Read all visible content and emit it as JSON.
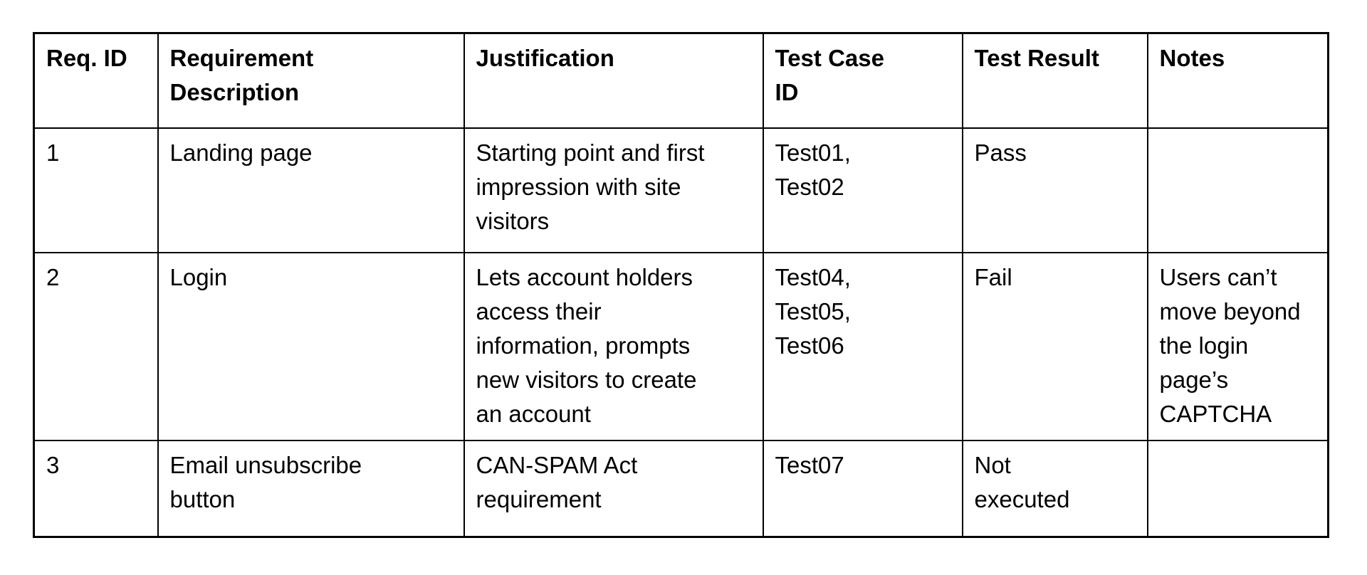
{
  "table": {
    "headers": [
      "Req. ID",
      "Requirement\nDescription",
      "Justification",
      "Test Case\nID",
      "Test Result",
      "Notes"
    ],
    "rows": [
      {
        "req_id": "1",
        "description": "Landing page",
        "justification": "Starting point and first\nimpression with site\nvisitors",
        "test_case_id": "Test01,\nTest02",
        "test_result": "Pass",
        "notes": ""
      },
      {
        "req_id": "2",
        "description": "Login",
        "justification": "Lets account holders\naccess their\ninformation, prompts\nnew visitors to create\nan account",
        "test_case_id": "Test04,\nTest05,\nTest06",
        "test_result": "Fail",
        "notes": "Users can’t\nmove beyond\nthe login\npage’s\nCAPTCHA"
      },
      {
        "req_id": "3",
        "description": "Email unsubscribe\nbutton",
        "justification": "CAN-SPAM Act\nrequirement",
        "test_case_id": "Test07",
        "test_result": "Not\nexecuted",
        "notes": ""
      }
    ]
  },
  "colors": {
    "background": "#ffffff",
    "border": "#000000",
    "text": "#000000"
  }
}
